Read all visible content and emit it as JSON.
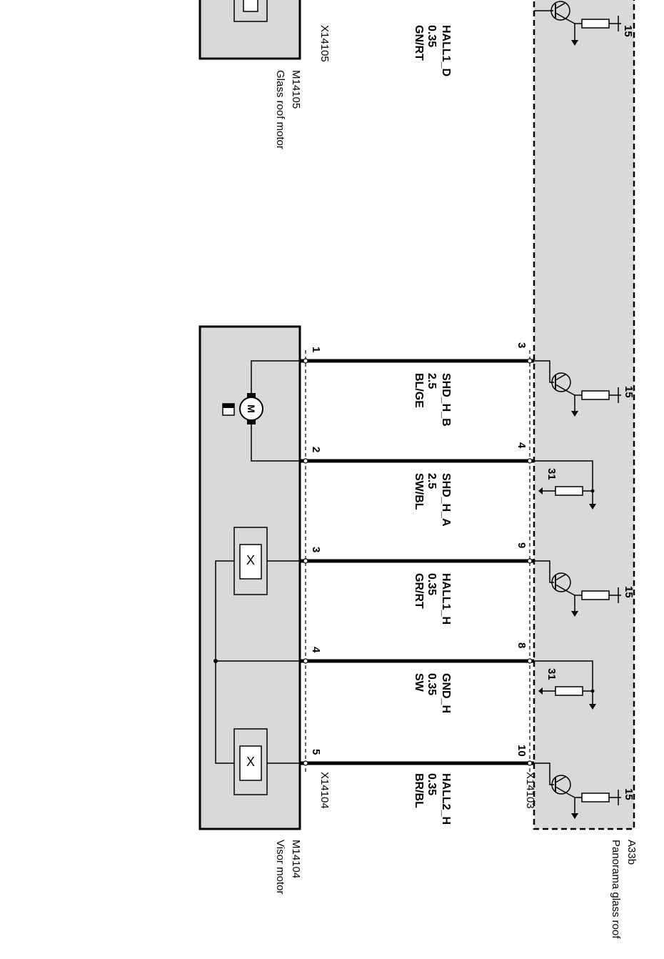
{
  "modules": {
    "glass_roof_motor": {
      "id": "M14105",
      "name": "Glass roof motor",
      "connector": "X14105"
    },
    "visor_motor": {
      "id": "M14104",
      "name": "Visor motor",
      "connector": "X14104"
    },
    "panorama": {
      "id": "A33b",
      "name": "Panorama glass roof",
      "connector": "X14103"
    }
  },
  "top_wire": {
    "signal": "HALL1_D",
    "size": "0.35",
    "color": "GN/RT",
    "ref": "15"
  },
  "wires": [
    {
      "signal": "SHD_H_B",
      "size": "2.5",
      "color": "BL/GE",
      "motor_pin": "1",
      "ctrl_pin": "3",
      "ref": "15"
    },
    {
      "signal": "SHD_H_A",
      "size": "2.5",
      "color": "SW/BL",
      "motor_pin": "2",
      "ctrl_pin": "4",
      "ref": "31"
    },
    {
      "signal": "HALL1_H",
      "size": "0.35",
      "color": "GR/RT",
      "motor_pin": "3",
      "ctrl_pin": "9",
      "ref": "15"
    },
    {
      "signal": "GND_H",
      "size": "0.35",
      "color": "SW",
      "motor_pin": "4",
      "ctrl_pin": "8",
      "ref": "31"
    },
    {
      "signal": "HALL2_H",
      "size": "0.35",
      "color": "BR/BL",
      "motor_pin": "5",
      "ctrl_pin": "10",
      "ref": "15"
    }
  ],
  "motor_symbol": "M",
  "hall_symbol": "X"
}
